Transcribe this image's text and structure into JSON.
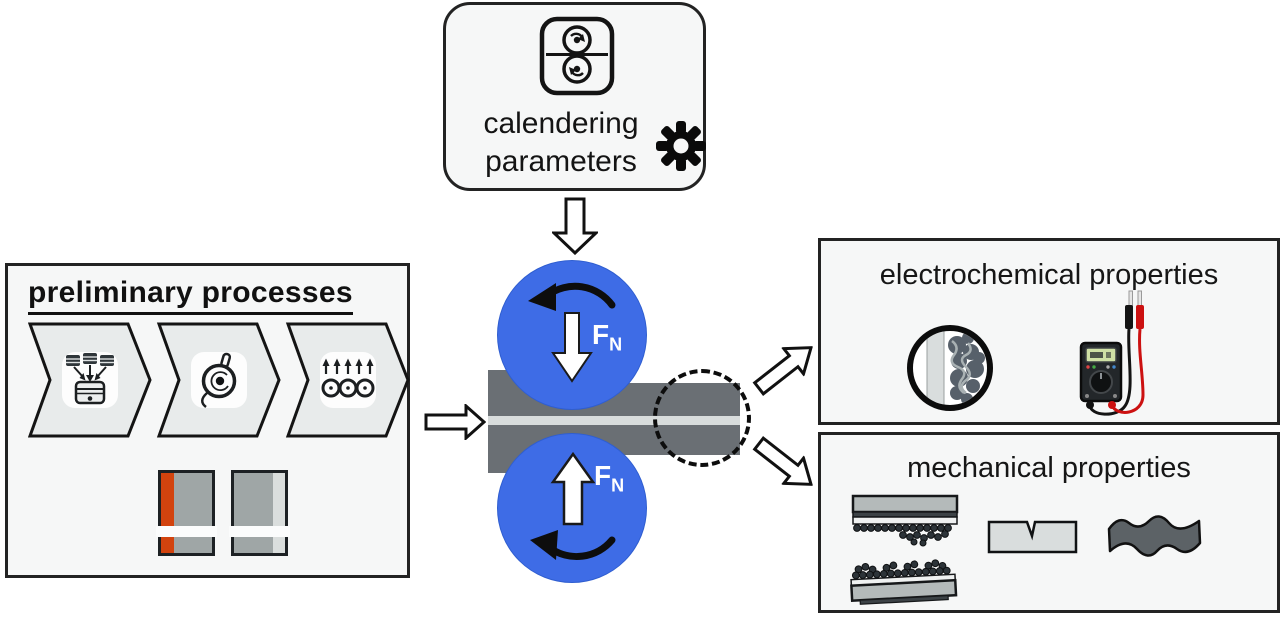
{
  "calendering_box": {
    "line1": "calendering",
    "line2": "parameters"
  },
  "preliminary_box": {
    "title": "preliminary processes"
  },
  "rollers": {
    "force": "F",
    "force_sub": "N"
  },
  "electrochemical_box": {
    "title": "electrochemical properties"
  },
  "mechanical_box": {
    "title": "mechanical properties"
  },
  "icons": {
    "top_box": [
      "calender-rolls-icon",
      "gear-icon"
    ],
    "preliminary_steps": [
      "mixing-icon",
      "coating-icon",
      "drying-icon"
    ],
    "electrochemical": [
      "electrode-microstructure-icon",
      "multimeter-icon"
    ],
    "mechanical": [
      "adhesion-test-icon",
      "notched-specimen-icon",
      "flexibility-icon"
    ]
  },
  "colors": {
    "roller_blue": "#3e6ce6",
    "electrode_strip_dark": "#6a6f74",
    "collector_foil_light": "#d8dcdc",
    "panel_background": "#f6f7f7",
    "chevron_fill": "#e8ebeb",
    "sample_gray": "#9fa6a6",
    "anode_edge_orange": "#d2430e",
    "cathode_edge_silver": "#dadedd",
    "ink": "#111111",
    "probe_red": "#cc1111"
  }
}
